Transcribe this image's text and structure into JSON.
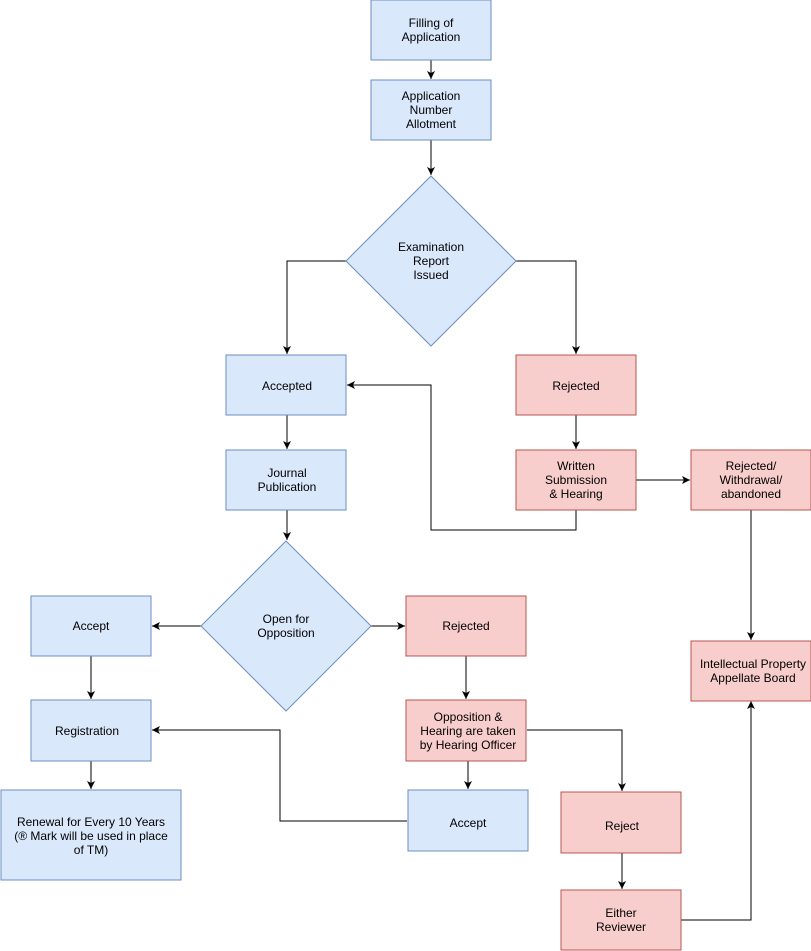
{
  "nodes": {
    "filling": {
      "lines": [
        "Filling of",
        "Application"
      ],
      "color": "blue"
    },
    "number": {
      "lines": [
        "Application",
        "Number",
        "Allotment"
      ],
      "color": "blue"
    },
    "exam": {
      "lines": [
        "Examination",
        "Report",
        "Issued"
      ],
      "color": "blue"
    },
    "accepted": {
      "lines": [
        "Accepted"
      ],
      "color": "blue"
    },
    "rejected1": {
      "lines": [
        "Rejected"
      ],
      "color": "red"
    },
    "journal": {
      "lines": [
        "Journal",
        "Publication"
      ],
      "color": "blue"
    },
    "written": {
      "lines": [
        "Written",
        "Submission",
        "& Hearing"
      ],
      "color": "red"
    },
    "withdrawal": {
      "lines": [
        "Rejected/",
        "Withdrawal/",
        "abandoned"
      ],
      "color": "red"
    },
    "opposition": {
      "lines": [
        "Open for",
        "Opposition"
      ],
      "color": "blue"
    },
    "accept1": {
      "lines": [
        "Accept"
      ],
      "color": "blue"
    },
    "rejected2": {
      "lines": [
        "Rejected"
      ],
      "color": "red"
    },
    "ipab": {
      "lines": [
        "Intellectual Property",
        "Appellate Board"
      ],
      "color": "red"
    },
    "registration": {
      "lines": [
        "Registration"
      ],
      "color": "blue"
    },
    "hearing": {
      "lines": [
        "Opposition &",
        "Hearing are taken",
        "by Hearing Officer"
      ],
      "color": "red"
    },
    "renewal": {
      "lines": [
        "Renewal for Every 10 Years",
        "(® Mark will be used in place",
        "of TM)"
      ],
      "color": "blue"
    },
    "accept2": {
      "lines": [
        "Accept"
      ],
      "color": "blue"
    },
    "reject": {
      "lines": [
        "Reject"
      ],
      "color": "red"
    },
    "reviewer": {
      "lines": [
        "Either",
        "Reviewer"
      ],
      "color": "red"
    }
  },
  "colors": {
    "blue_fill": "#dae8fc",
    "blue_stroke": "#6c8ebf",
    "red_fill": "#f8cecc",
    "red_stroke": "#b85450",
    "edge": "#000000"
  }
}
